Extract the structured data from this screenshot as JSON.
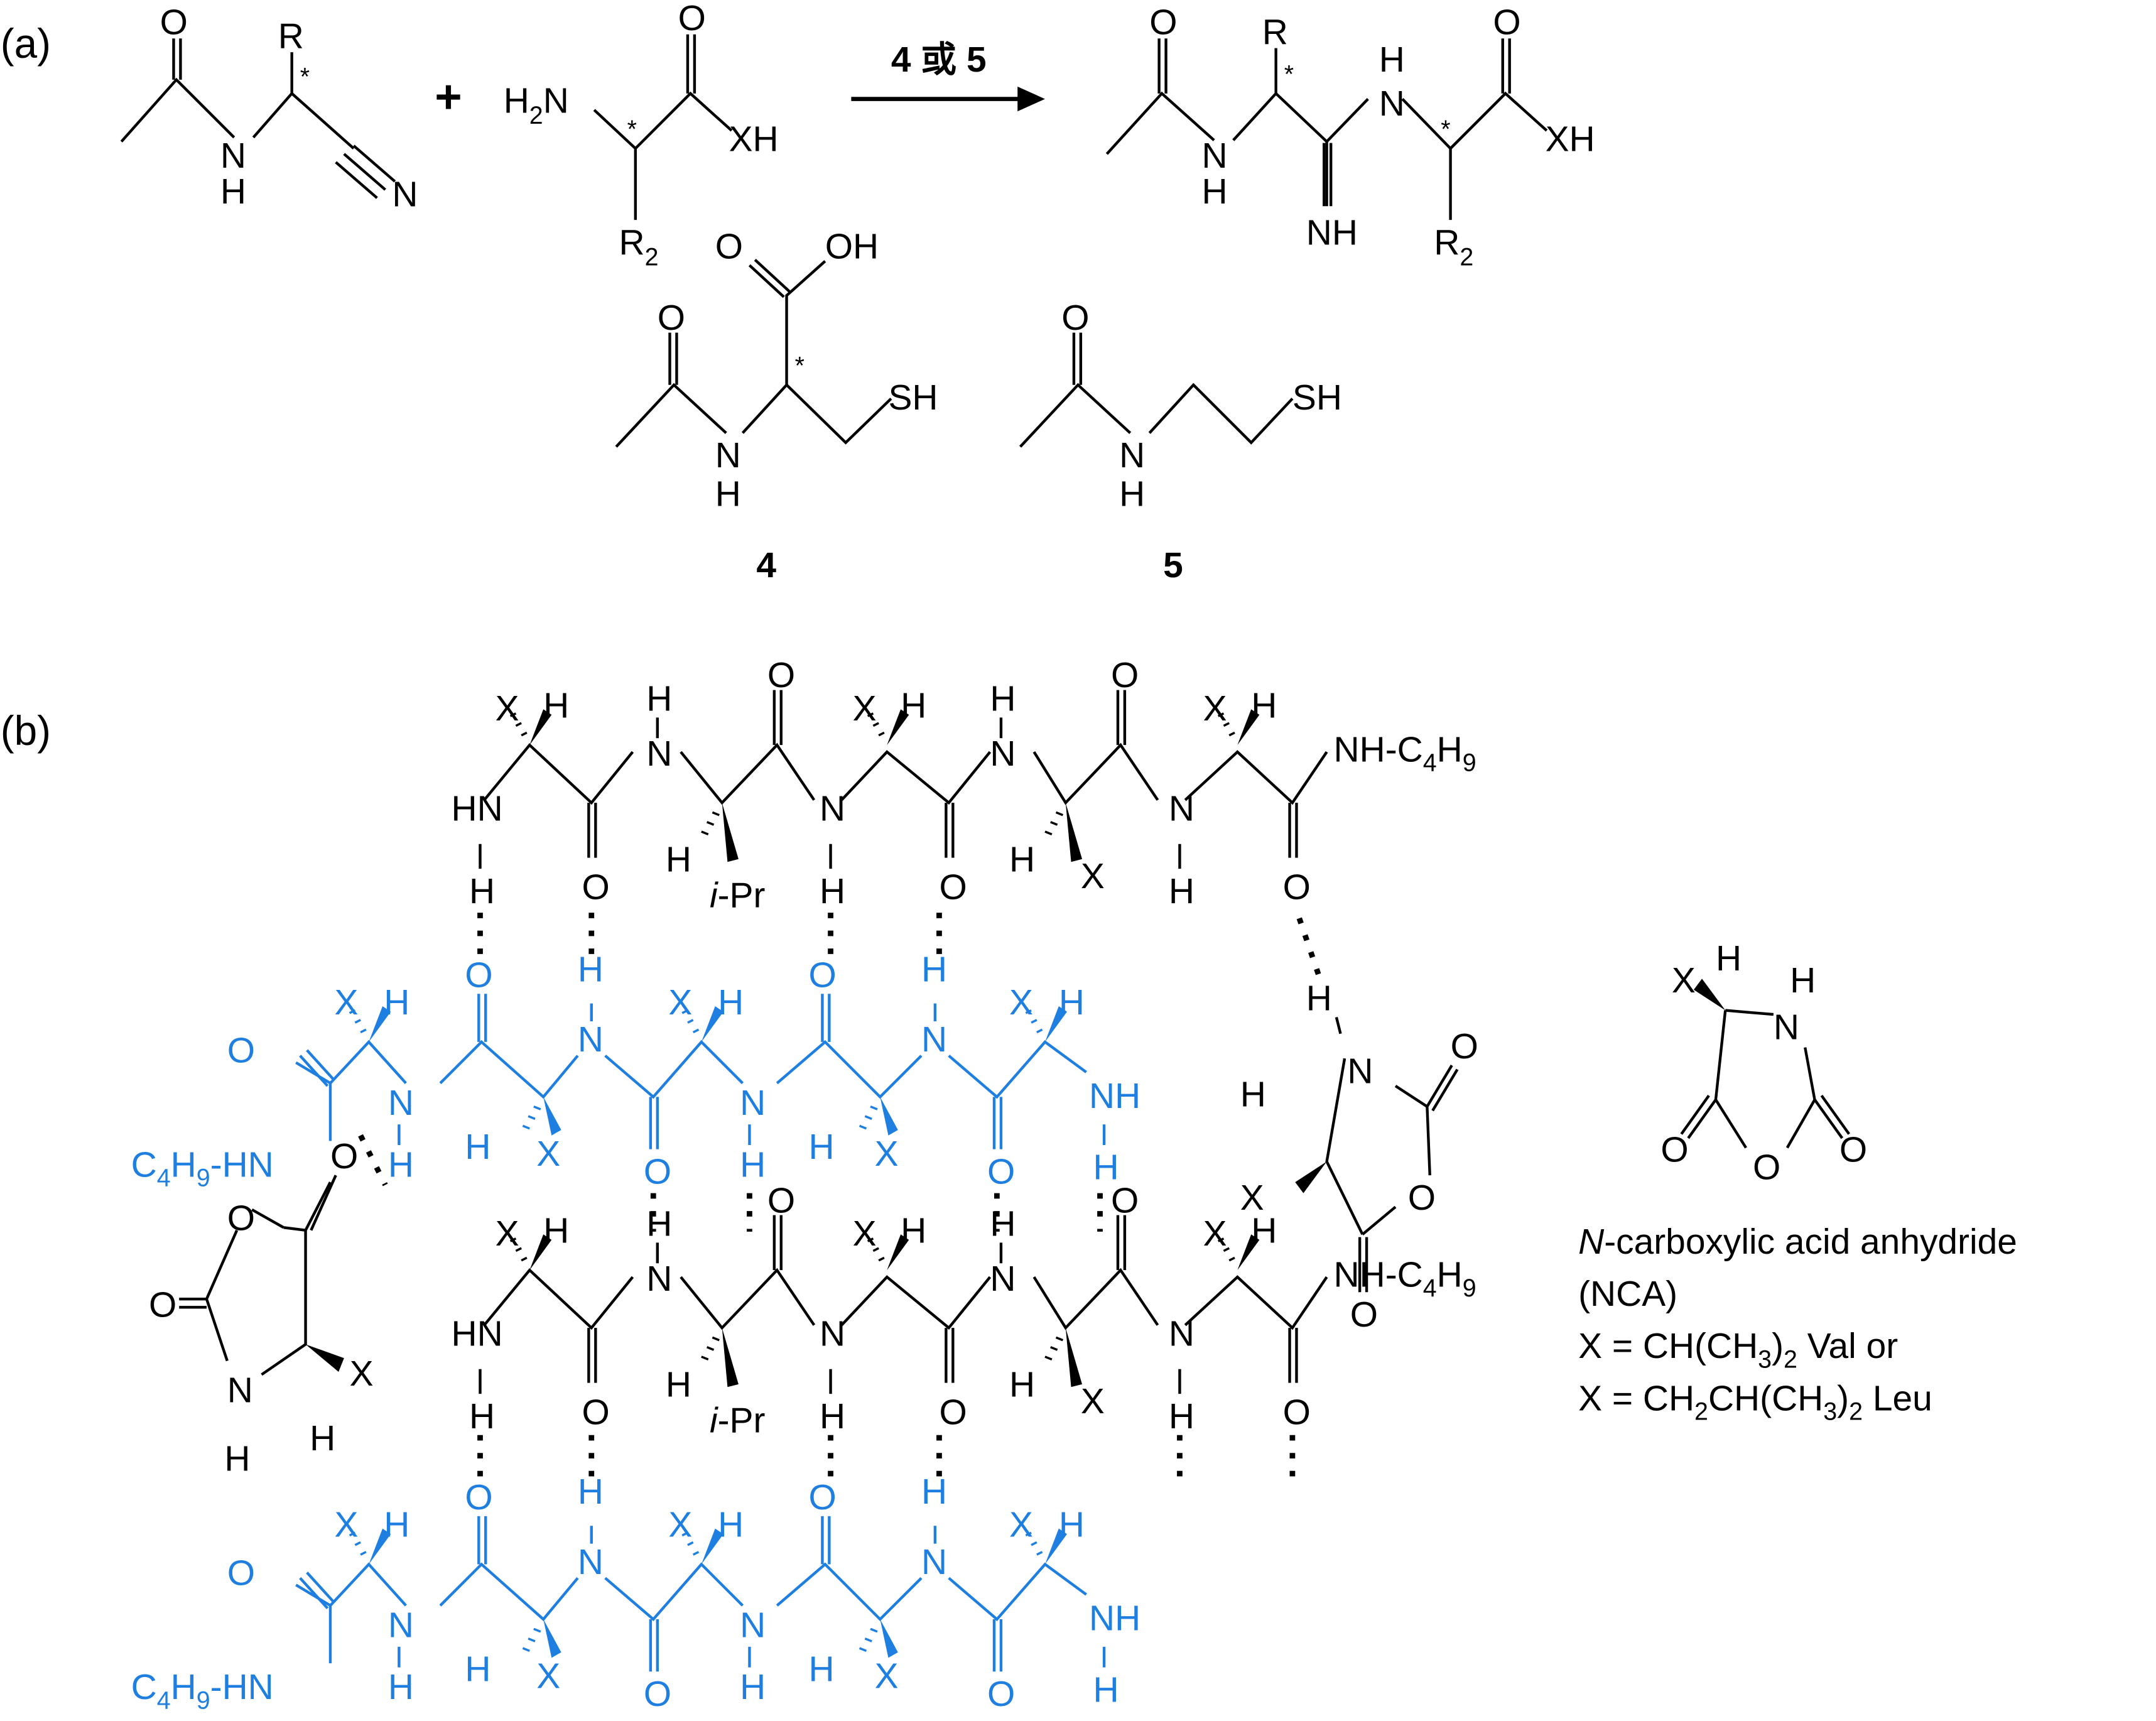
{
  "colors": {
    "black_strand": "#000000",
    "blue_strand": "#1E7FE0"
  },
  "panel_a": {
    "label": "(a)",
    "reactant1": {
      "O": "O",
      "R": "R",
      "N": "N",
      "H": "H",
      "nitrile_N": "N",
      "star": "*"
    },
    "plus": "+",
    "reactant2": {
      "H2N_H": "H",
      "H2N_sub": "2",
      "H2N_N": "N",
      "O": "O",
      "XH": "XH",
      "R2": "R",
      "R2_sub": "2",
      "star": "*"
    },
    "arrow_label": "4 或 5",
    "product": {
      "O1": "O",
      "R": "R",
      "N1": "N",
      "H1": "H",
      "H2": "H",
      "N2": "N",
      "NH": "NH",
      "R2": "R",
      "R2_sub": "2",
      "O2": "O",
      "XH": "XH",
      "star": "*"
    },
    "compound4": {
      "O": "O",
      "OH": "OH",
      "N": "N",
      "H": "H",
      "SH": "SH",
      "star": "*",
      "number": "4"
    },
    "compound5": {
      "O": "O",
      "N": "N",
      "H": "H",
      "SH": "SH",
      "number": "5"
    }
  },
  "panel_b": {
    "label": "(b)",
    "atoms": {
      "X": "X",
      "H": "H",
      "N": "N",
      "O": "O",
      "HN": "HN",
      "NH": "NH",
      "iPr_i": "i",
      "iPr_rest": "-Pr"
    },
    "black_terminus": {
      "text": "NH-C",
      "sub1": "4",
      "mid": "H",
      "sub2": "9"
    },
    "blue_terminus": {
      "pre": "C",
      "sub1": "4",
      "mid": "H",
      "sub2": "9",
      "post": "-HN"
    },
    "nca_bound_1": {
      "H_top": "H",
      "N": "N",
      "O_carbonyl": "O",
      "H_side": "H",
      "X": "X",
      "O_ring": "O",
      "O_bottom": "O"
    },
    "nca_bound_2": {
      "O_top": "O",
      "O_ring": "O",
      "O_left": "O",
      "N": "N",
      "H_bottom": "H",
      "H_side": "H",
      "X": "X"
    },
    "nca_reference": {
      "X": "X",
      "H_alpha": "H",
      "H_N": "H",
      "N": "N",
      "O_left": "O",
      "O_ring": "O",
      "O_right": "O"
    },
    "legend": {
      "line1_italic": "N",
      "line1_rest": "-carboxylic acid anhydride",
      "line2": "(NCA)",
      "line3_pre": "X = CH(CH",
      "line3_sub1": "3",
      "line3_mid": ")",
      "line3_sub2": "2",
      "line3_post": " Val or",
      "line4_pre": "X = CH",
      "line4_sub1": "2",
      "line4_mid1": "CH(CH",
      "line4_sub2": "3",
      "line4_mid2": ")",
      "line4_sub3": "2",
      "line4_post": " Leu"
    }
  }
}
